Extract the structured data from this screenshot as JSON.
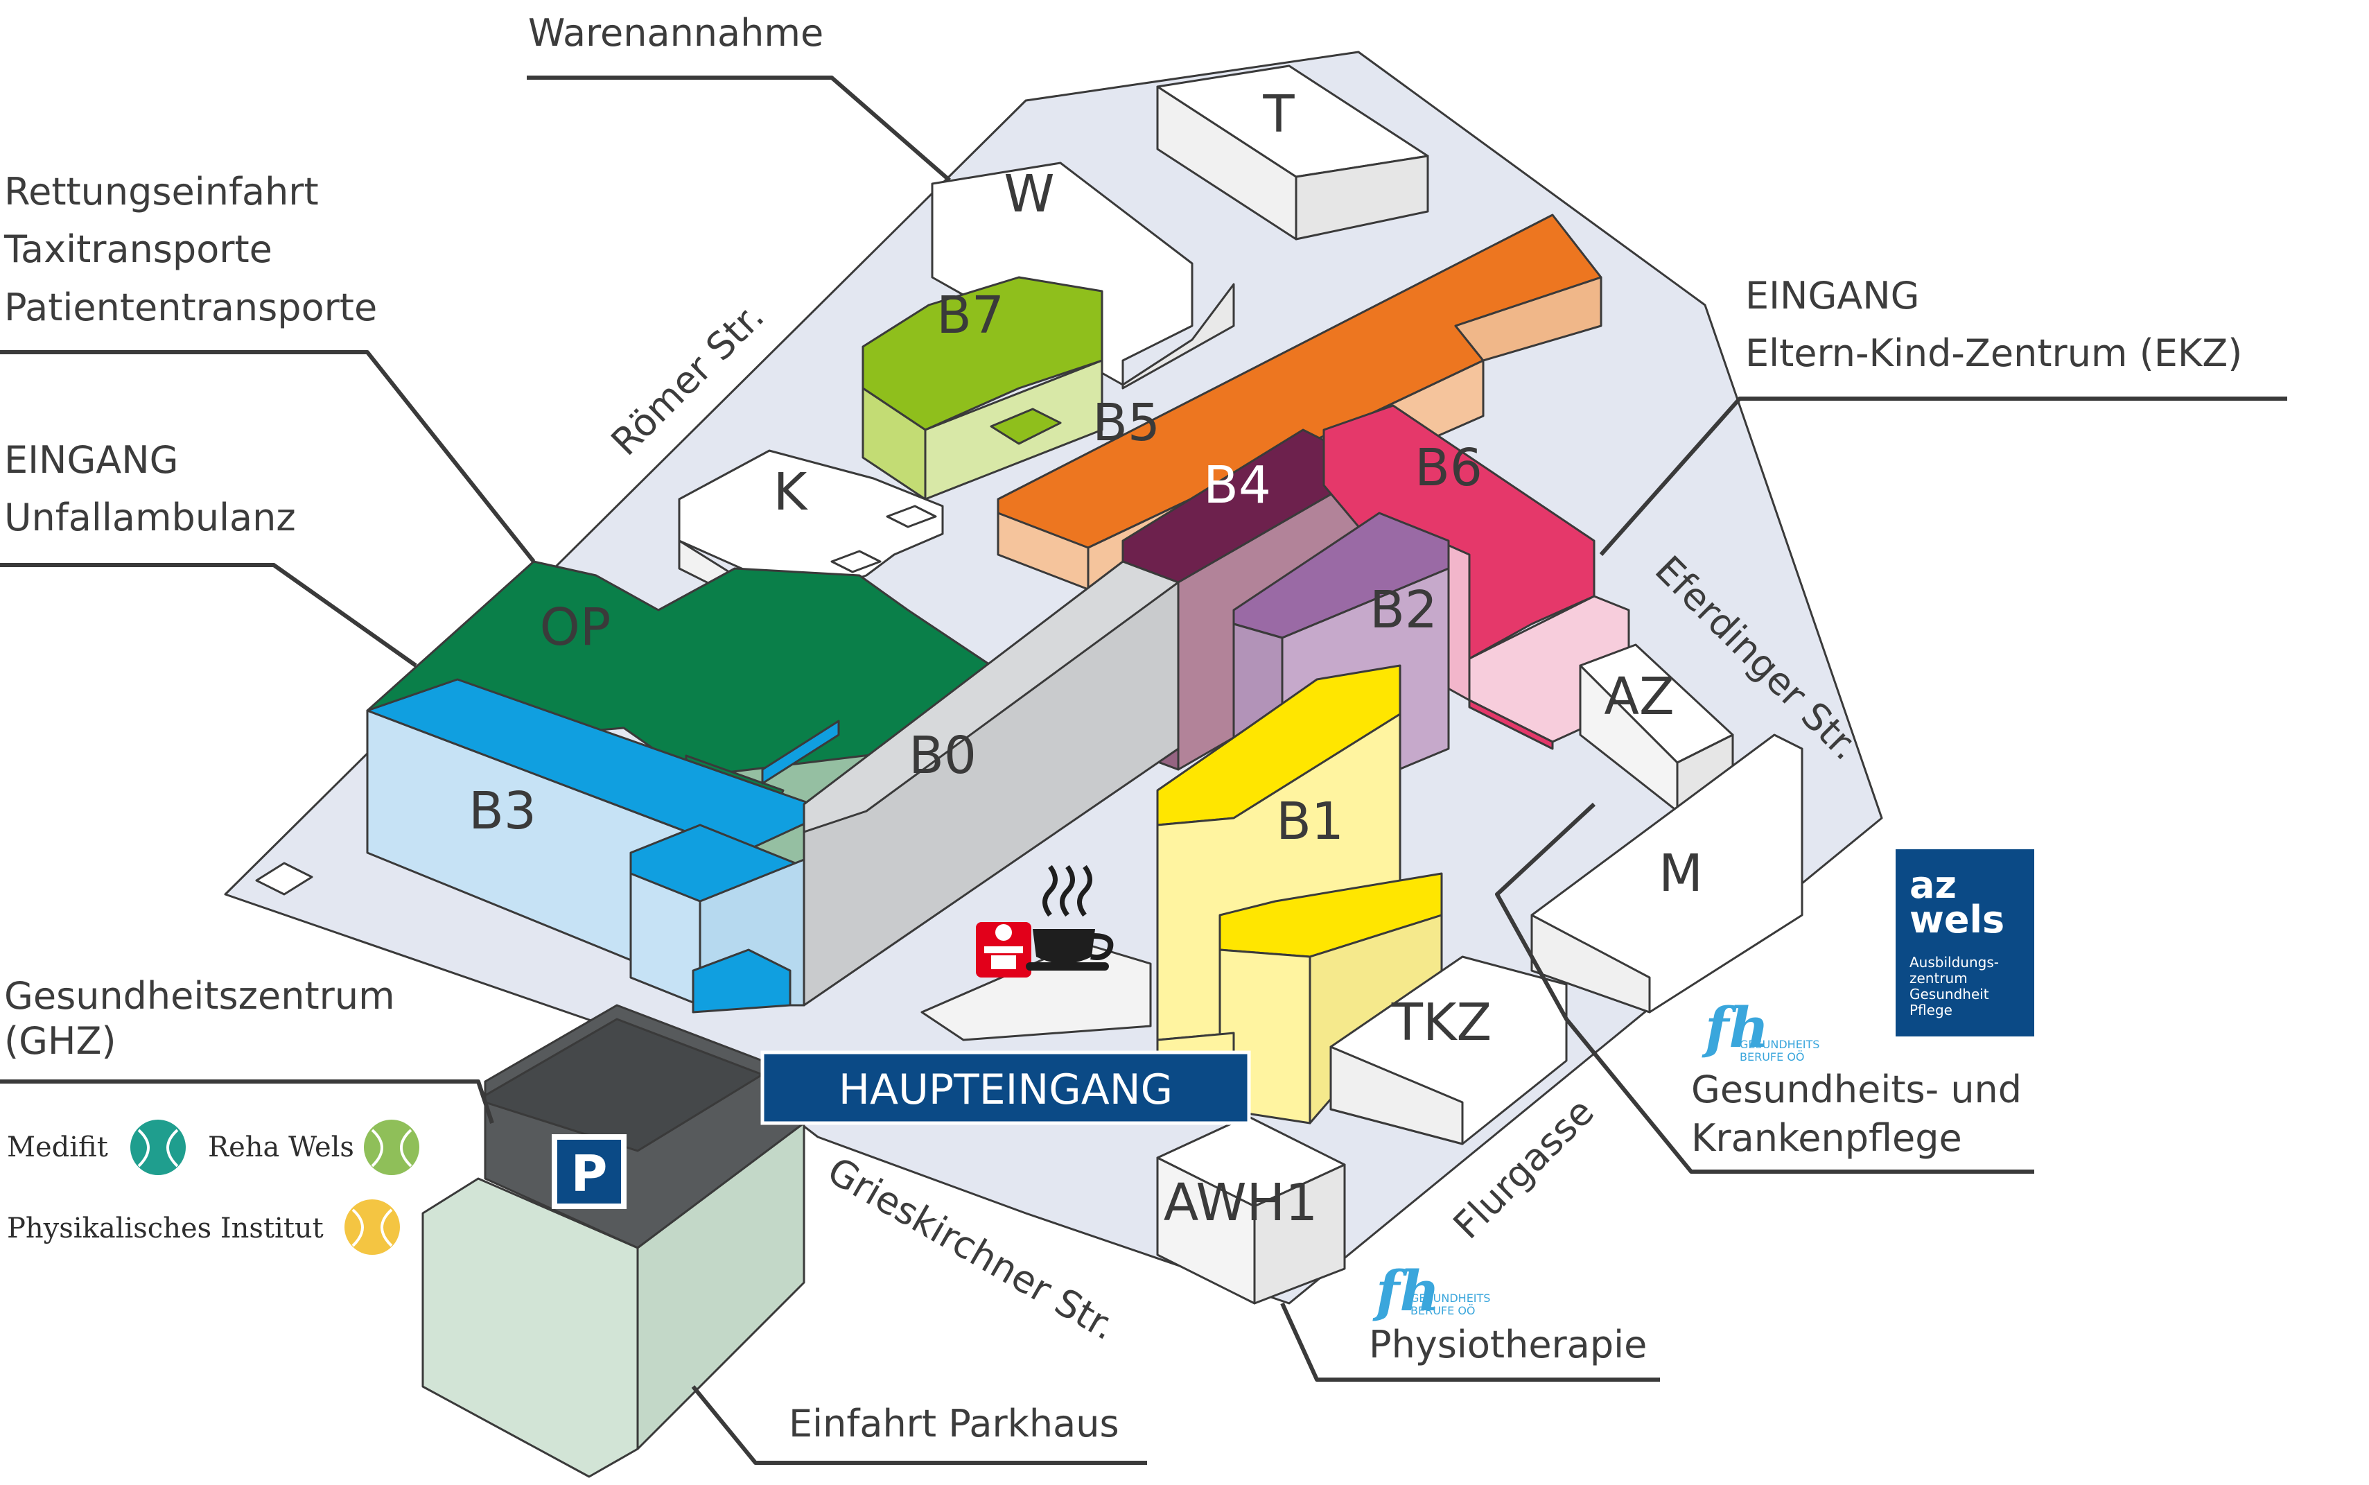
{
  "labels": {
    "warenannahme": "Warenannahme",
    "rettung_1": "Rettungseinfahrt",
    "rettung_2": "Taxitransporte",
    "rettung_3": "Patiententransporte",
    "unfall_1": "EINGANG",
    "unfall_2": "Unfallambulanz",
    "ekz_1": "EINGANG",
    "ekz_2": "Eltern-Kind-Zentrum (EKZ)",
    "ghz_1": "Gesundheitszentrum",
    "ghz_2": "(GHZ)",
    "medifit": "Medifit",
    "reha": "Reha Wels",
    "physinst": "Physikalisches Institut",
    "haupteingang": "HAUPTEINGANG",
    "einfahrt": "Einfahrt Parkhaus",
    "physio": "Physiotherapie",
    "gkp_1": "Gesundheits- und",
    "gkp_2": "Krankenpflege"
  },
  "streets": {
    "roemer": "Römer Str.",
    "eferdinger": "Eferdinger Str.",
    "grieskirchner": "Grieskirchner Str.",
    "flurgasse": "Flurgasse"
  },
  "buildings": {
    "T": "T",
    "W": "W",
    "B7": "B7",
    "B5": "B5",
    "K": "K",
    "B4": "B4",
    "B6": "B6",
    "OP": "OP",
    "B2": "B2",
    "AZ": "AZ",
    "B3": "B3",
    "B0": "B0",
    "B1": "B1",
    "M": "M",
    "TKZ": "TKZ",
    "AWH1": "AWH1",
    "P": "P"
  },
  "logos": {
    "azwels_1": "az",
    "azwels_2": "wels",
    "azwels_sub_1": "Ausbildungs-",
    "azwels_sub_2": "zentrum",
    "azwels_sub_3": "Gesundheit",
    "azwels_sub_4": "Pflege",
    "fh": "fh",
    "fh_sub_1": "GESUNDHEITS",
    "fh_sub_2": "BERUFE OÖ"
  },
  "colors": {
    "ground": "#e3e7f1",
    "green_dark": "#0a7f49",
    "green_light": "#a8c9b0",
    "blue": "#109fe0",
    "blue_light": "#c6e2f5",
    "orange": "#ed7620",
    "orange_light": "#f5c49c",
    "lime": "#8fbf1c",
    "lime_light": "#d8e8a7",
    "purple_dark": "#6d214d",
    "purple": "#9a6aa5",
    "purple_light": "#c6a9cb",
    "magenta": "#e5386a",
    "magenta_light": "#f7cddc",
    "yellow": "#ffe600",
    "yellow_light": "#fff4a0",
    "grey": "#c9cbcd",
    "navy": "#0b4a86",
    "fh_blue": "#3aa6dc",
    "medifit": "#1f9e8e",
    "reha": "#8fbf59",
    "physinst": "#f4c542"
  }
}
